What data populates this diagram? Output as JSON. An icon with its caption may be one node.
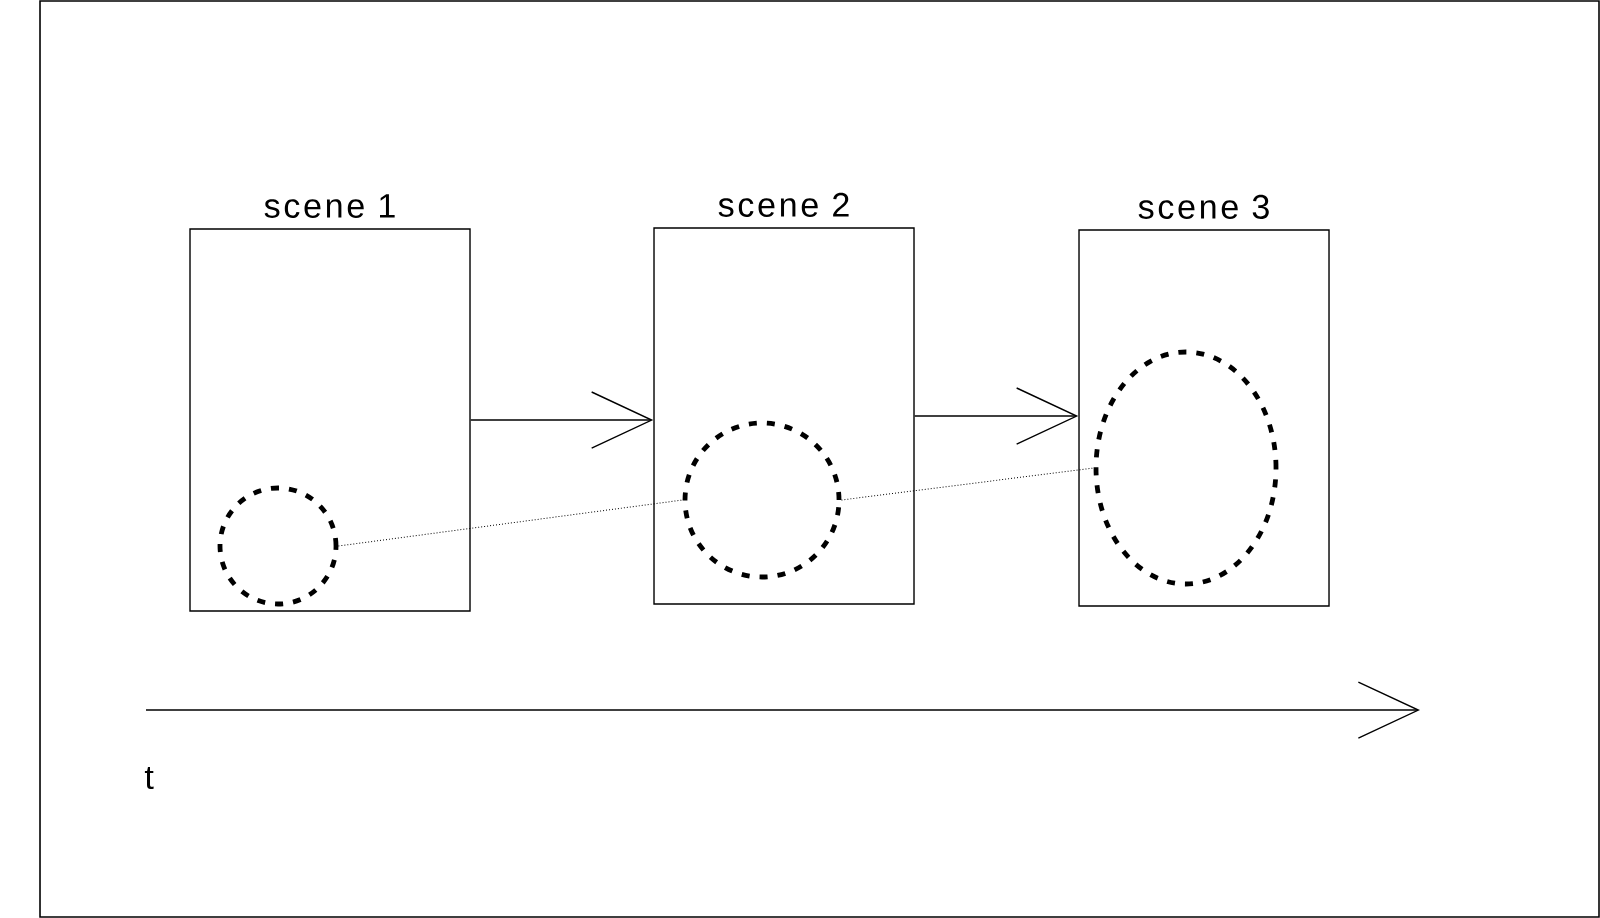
{
  "diagram": {
    "nodes": [
      {
        "text": [
          "scene 1"
        ]
      },
      {
        "text": [],
        "shape": "circle",
        "in": 0
      },
      {
        "text": [
          "scene 2"
        ]
      },
      {
        "text": [],
        "shape": "circle",
        "in": 2
      },
      {
        "text": [
          "scene 3"
        ]
      },
      {
        "text": [],
        "shape": "ellipse",
        "in": 4
      }
    ],
    "edges": [
      {
        "from": 0,
        "to": 2,
        "arrow": "to"
      },
      {
        "from": 2,
        "to": 4,
        "arrow": "to"
      },
      {
        "from": 1,
        "to": 3,
        "arrow": "none",
        "style": "dashed"
      },
      {
        "from": 3,
        "to": 5,
        "arrow": "none",
        "style": "dashed"
      }
    ],
    "labels": [
      "t"
    ]
  }
}
